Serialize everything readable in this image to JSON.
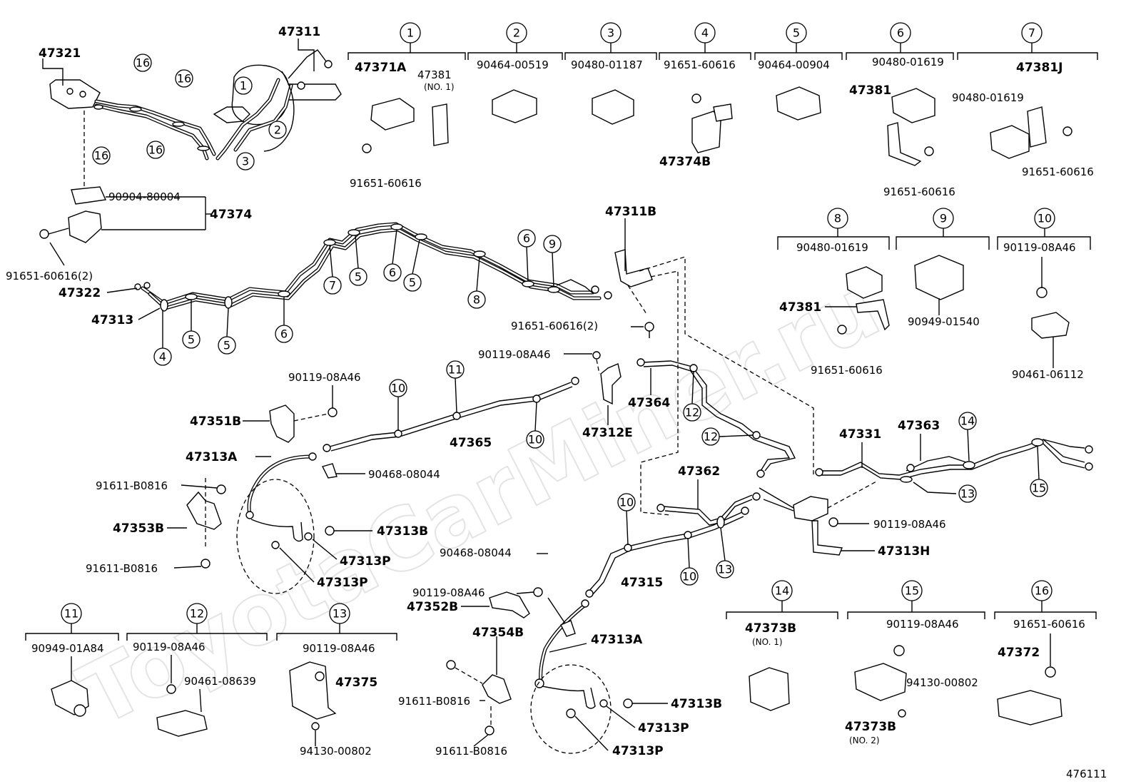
{
  "watermark": "ToyotaCarMiner.ru",
  "figure_id": "476111",
  "parts": {
    "p47321": "47321",
    "p47311": "47311",
    "p90904_80004": "90904-80004",
    "p47374": "47374",
    "p91651_60616_2a": "91651-60616(2)",
    "p47322": "47322",
    "p47313": "47313",
    "p47311B": "47311B",
    "p91651_60616_2b": "91651-60616(2)",
    "p90119_08A46_c": "90119-08A46",
    "p47364": "47364",
    "p47312E": "47312E",
    "p90119_08A46_a": "90119-08A46",
    "p47351B": "47351B",
    "p47365": "47365",
    "p47313A_a": "47313A",
    "p90468_08044_a": "90468-08044",
    "p91611_B0816_a": "91611-B0816",
    "p47353B": "47353B",
    "p91611_B0816_b": "91611-B0816",
    "p47313B_a": "47313B",
    "p47313P_a": "47313P",
    "p47313P_b": "47313P",
    "p47362": "47362",
    "p47315": "47315",
    "p47331": "47331",
    "p47363": "47363",
    "p90119_08A46_d": "90119-08A46",
    "p47313H": "47313H",
    "p90468_08044_b": "90468-08044",
    "p90119_08A46_b": "90119-08A46",
    "p47352B": "47352B",
    "p47354B": "47354B",
    "p47313A_b": "47313A",
    "p91611_B0816_c": "91611-B0816",
    "p91611_B0816_d": "91611-B0816",
    "p47313B_b": "47313B",
    "p47313P_c": "47313P",
    "p47313P_d": "47313P"
  },
  "keys": {
    "k1": {
      "num": "1",
      "parts": [
        "47371A",
        "47381",
        "91651-60616"
      ],
      "note": "(NO. 1)"
    },
    "k2": {
      "num": "2",
      "parts": [
        "90464-00519"
      ]
    },
    "k3": {
      "num": "3",
      "parts": [
        "90480-01187"
      ]
    },
    "k4": {
      "num": "4",
      "parts": [
        "91651-60616",
        "47374B"
      ]
    },
    "k5": {
      "num": "5",
      "parts": [
        "90464-00904"
      ]
    },
    "k6": {
      "num": "6",
      "parts": [
        "90480-01619",
        "47381",
        "91651-60616"
      ]
    },
    "k7": {
      "num": "7",
      "parts": [
        "47381J",
        "90480-01619",
        "91651-60616"
      ]
    },
    "k8": {
      "num": "8",
      "parts": [
        "90480-01619",
        "47381",
        "91651-60616"
      ]
    },
    "k9": {
      "num": "9",
      "parts": [
        "90949-01540"
      ]
    },
    "k10": {
      "num": "10",
      "parts": [
        "90119-08A46",
        "90461-06112"
      ]
    },
    "k11": {
      "num": "11",
      "parts": [
        "90949-01A84"
      ]
    },
    "k12": {
      "num": "12",
      "parts": [
        "90119-08A46",
        "90461-08639"
      ]
    },
    "k13": {
      "num": "13",
      "parts": [
        "90119-08A46",
        "47375",
        "94130-00802"
      ]
    },
    "k14": {
      "num": "14",
      "parts": [
        "47373B"
      ],
      "note": "(NO. 1)"
    },
    "k15": {
      "num": "15",
      "parts": [
        "90119-08A46",
        "94130-00802",
        "47373B"
      ],
      "note": "(NO. 2)"
    },
    "k16": {
      "num": "16",
      "parts": [
        "91651-60616",
        "47372"
      ]
    }
  },
  "callouts": [
    "1",
    "2",
    "3",
    "4",
    "5",
    "6",
    "7",
    "8",
    "9",
    "10",
    "11",
    "12",
    "13",
    "14",
    "15",
    "16"
  ]
}
